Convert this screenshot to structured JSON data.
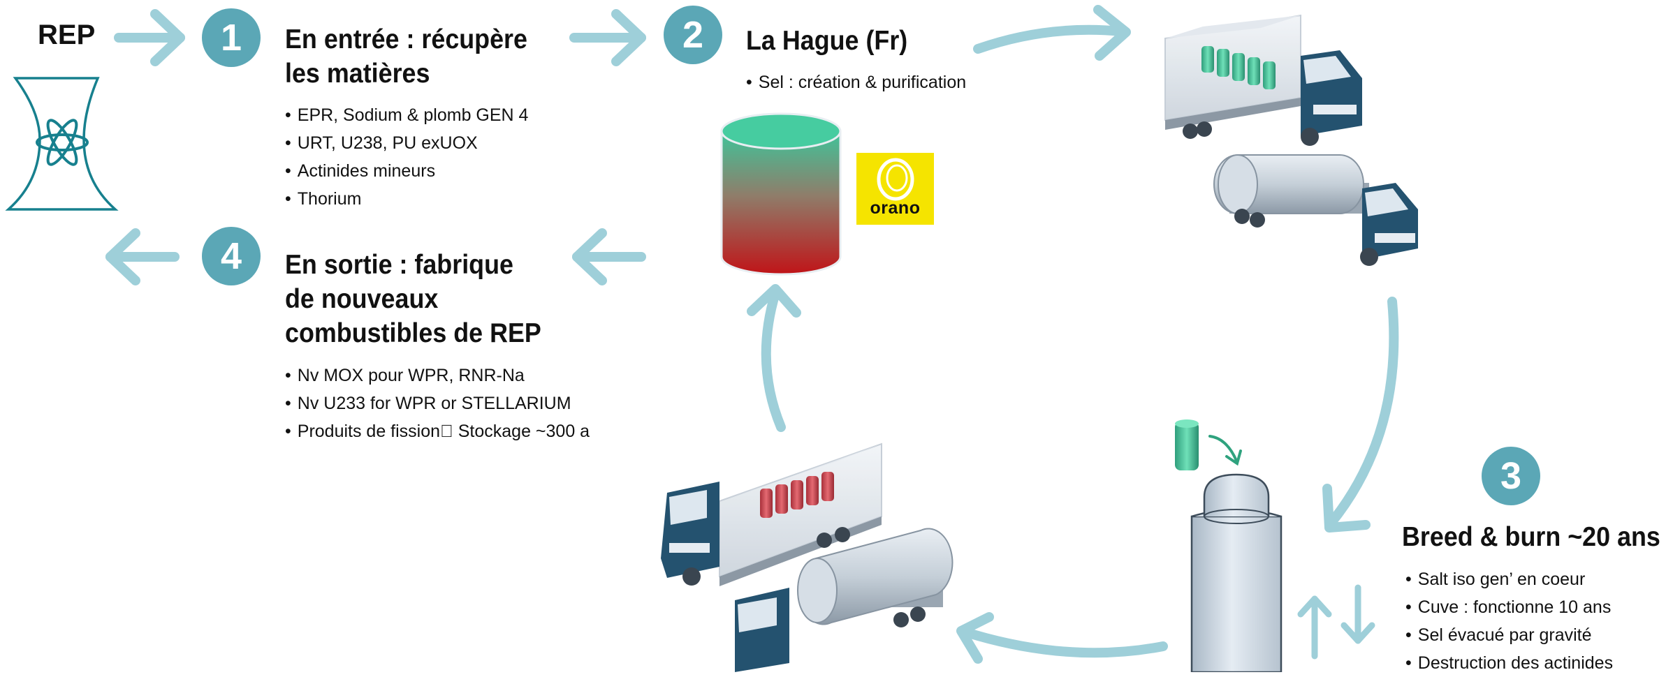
{
  "rep": {
    "label": "REP"
  },
  "step1": {
    "number": "1",
    "title_line1": "En entrée : récupère",
    "title_line2": "les matières",
    "bullets": [
      "EPR, Sodium & plomb GEN 4",
      "URT, U238, PU exUOX",
      "Actinides mineurs",
      "Thorium"
    ]
  },
  "step2": {
    "number": "2",
    "title": "La Hague (Fr)",
    "bullets": [
      "Sel : création & purification"
    ],
    "logo_text": "orano"
  },
  "step3": {
    "number": "3",
    "title": "Breed & burn ~20 ans",
    "bullets": [
      "Salt iso gen’ en coeur",
      "Cuve : fonctionne 10 ans",
      "Sel évacué par gravité",
      "Destruction des actinides"
    ]
  },
  "step4": {
    "number": "4",
    "title_line1": "En sortie : fabrique",
    "title_line2": "de nouveaux",
    "title_line3": "combustibles de REP",
    "bullets": [
      "Nv MOX pour WPR, RNR-Na",
      "Nv U233 for WPR or STELLARIUM",
      "Produits de fission\u0000 Stockage ~300 a"
    ]
  },
  "colors": {
    "teal": "#5ba7b6",
    "arrow": "#9ecfd9",
    "truck_blue": "#24526f",
    "green_fuel": "#3fc49a",
    "red_fuel": "#c9424a",
    "logo_yellow": "#f5e400"
  },
  "icons": [
    "nuclear-plant-icon",
    "atom-icon",
    "salt-tank-icon",
    "truck-fuel-green-icon",
    "truck-tanker-icon",
    "truck-fuel-red-icon",
    "reactor-vessel-icon",
    "fuel-canister-icon",
    "up-down-arrows-icon"
  ]
}
